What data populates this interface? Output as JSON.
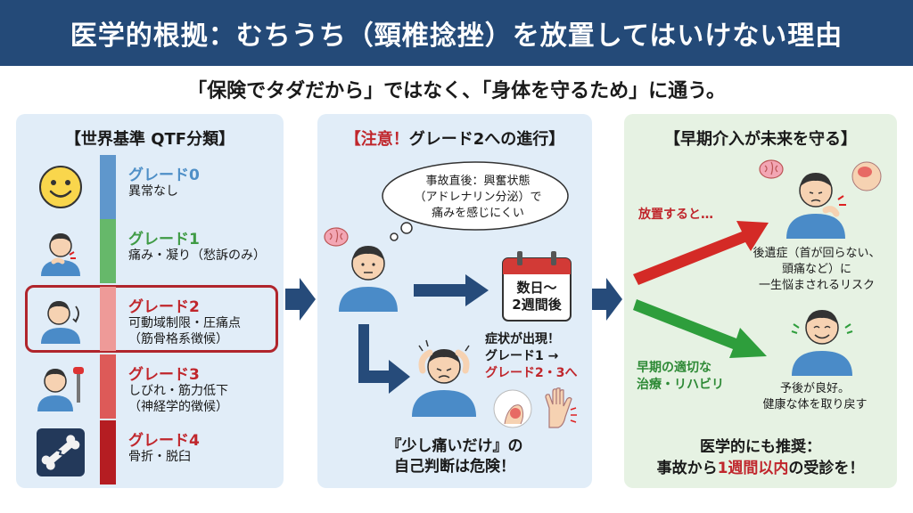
{
  "title": "医学的根拠：むちうち（頸椎捻挫）を放置してはいけない理由",
  "subtitle": "「保険でタダだから」ではなく、「身体を守るため」に通う。",
  "colors": {
    "header_bg": "#244a78",
    "panel_blue": "#e1edf8",
    "panel_green": "#e6f2e3",
    "accent_red": "#c0262c",
    "arrow_navy": "#264b7a"
  },
  "qtf": {
    "title": "【世界基準 QTF分類】",
    "grades": [
      {
        "name": "グレード0",
        "desc1": "異常なし",
        "desc2": "",
        "color": "#4e8fc7",
        "bar_color": "#5f97cc",
        "icon": "smiley-icon"
      },
      {
        "name": "グレード1",
        "desc1": "痛み・凝り（愁訴のみ）",
        "desc2": "",
        "color": "#3f9b45",
        "bar_color": "#66b86a",
        "icon": "neck-pain-person-icon"
      },
      {
        "name": "グレード2",
        "desc1": "可動域制限・圧痛点",
        "desc2": "（筋骨格系徴候）",
        "color": "#c0262c",
        "bar_color": "#ee9a98",
        "icon": "neck-rotation-person-icon"
      },
      {
        "name": "グレード3",
        "desc1": "しびれ・筋力低下",
        "desc2": "（神経学的徴候）",
        "color": "#c0262c",
        "bar_color": "#dd5a58",
        "icon": "reflex-hammer-person-icon"
      },
      {
        "name": "グレード4",
        "desc1": "骨折・脱臼",
        "desc2": "",
        "color": "#c0262c",
        "bar_color": "#b51d22",
        "icon": "fracture-bone-icon"
      }
    ]
  },
  "progress": {
    "title_red": "【注意！",
    "title_rest": "グレード2への進行】",
    "thought_line1": "事故直後：興奮状態",
    "thought_line2": "（アドレナリン分泌）で",
    "thought_line3": "痛みを感じにくい",
    "calendar_line1": "数日〜",
    "calendar_line2": "2週間後",
    "symptom_line1": "症状が出現！",
    "symptom_line2": "グレード1 →",
    "symptom_line3": "グレード2・3へ",
    "warning_line1": "『少し痛いだけ』の",
    "warning_line2": "自己判断は危険！"
  },
  "intervention": {
    "title": "【早期介入が未来を守る】",
    "neglect_label": "放置すると…",
    "bad_line1": "後遺症（首が回らない、",
    "bad_line2": "頭痛など）に",
    "bad_line3": "一生悩まされるリスク",
    "treat_line1": "早期の適切な",
    "treat_line2": "治療・リハビリ",
    "good_line1": "予後が良好。",
    "good_line2": "健康な体を取り戻す",
    "rec_line1": "医学的にも推奨：",
    "rec_pre": "事故から",
    "rec_red": "1週間以内",
    "rec_post": "の受診を！"
  }
}
